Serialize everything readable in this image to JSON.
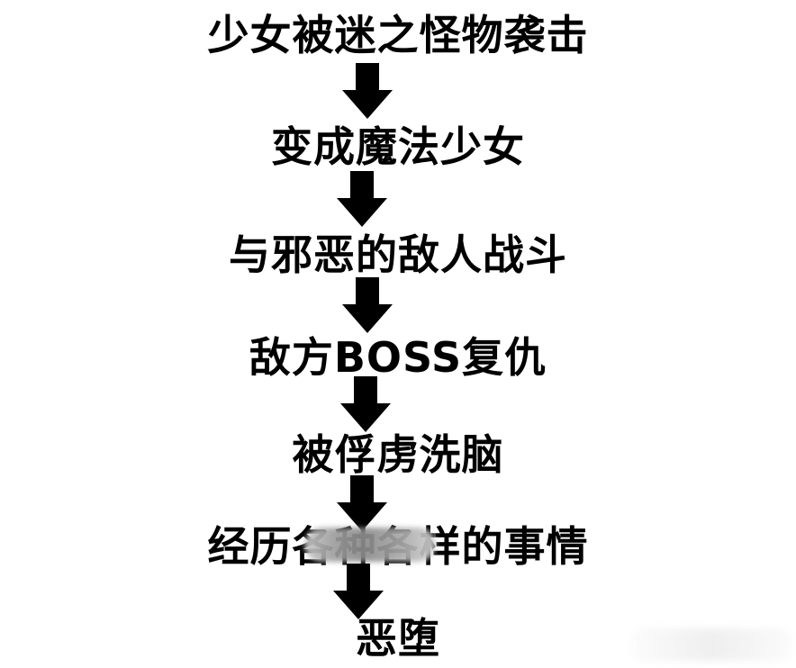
{
  "steps": [
    "少女被迷之怪物袭击",
    "变成魔法少女",
    "与邪恶的敌人战斗",
    "敌方BOSS复仇",
    "被俘虏洗脑",
    "经历各种各样的事情",
    "恶堕"
  ],
  "arrow_icon": "down-arrow-icon",
  "colors": {
    "text": "#000000",
    "background": "#ffffff",
    "blur_mask": "#9e9e9e"
  }
}
